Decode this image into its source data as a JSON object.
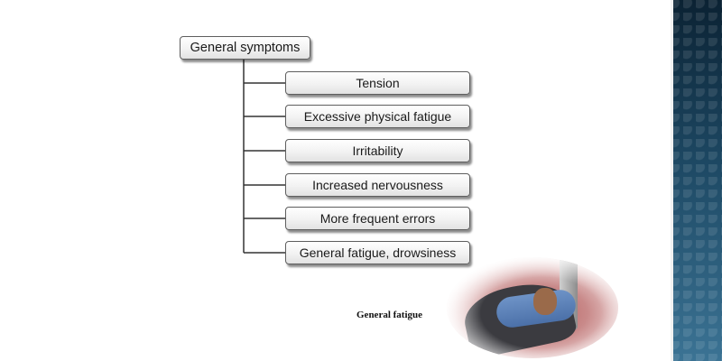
{
  "diagram": {
    "root_label": "General symptoms",
    "children": [
      "Tension",
      "Excessive physical fatigue",
      "Irritability",
      "Increased nervousness",
      "More frequent errors",
      "General fatigue, drowsiness"
    ]
  },
  "image": {
    "caption": "General fatigue"
  },
  "colors": {
    "connector": "#333333",
    "box_border": "#5e5e5e",
    "side_panel": "#1d4863"
  }
}
